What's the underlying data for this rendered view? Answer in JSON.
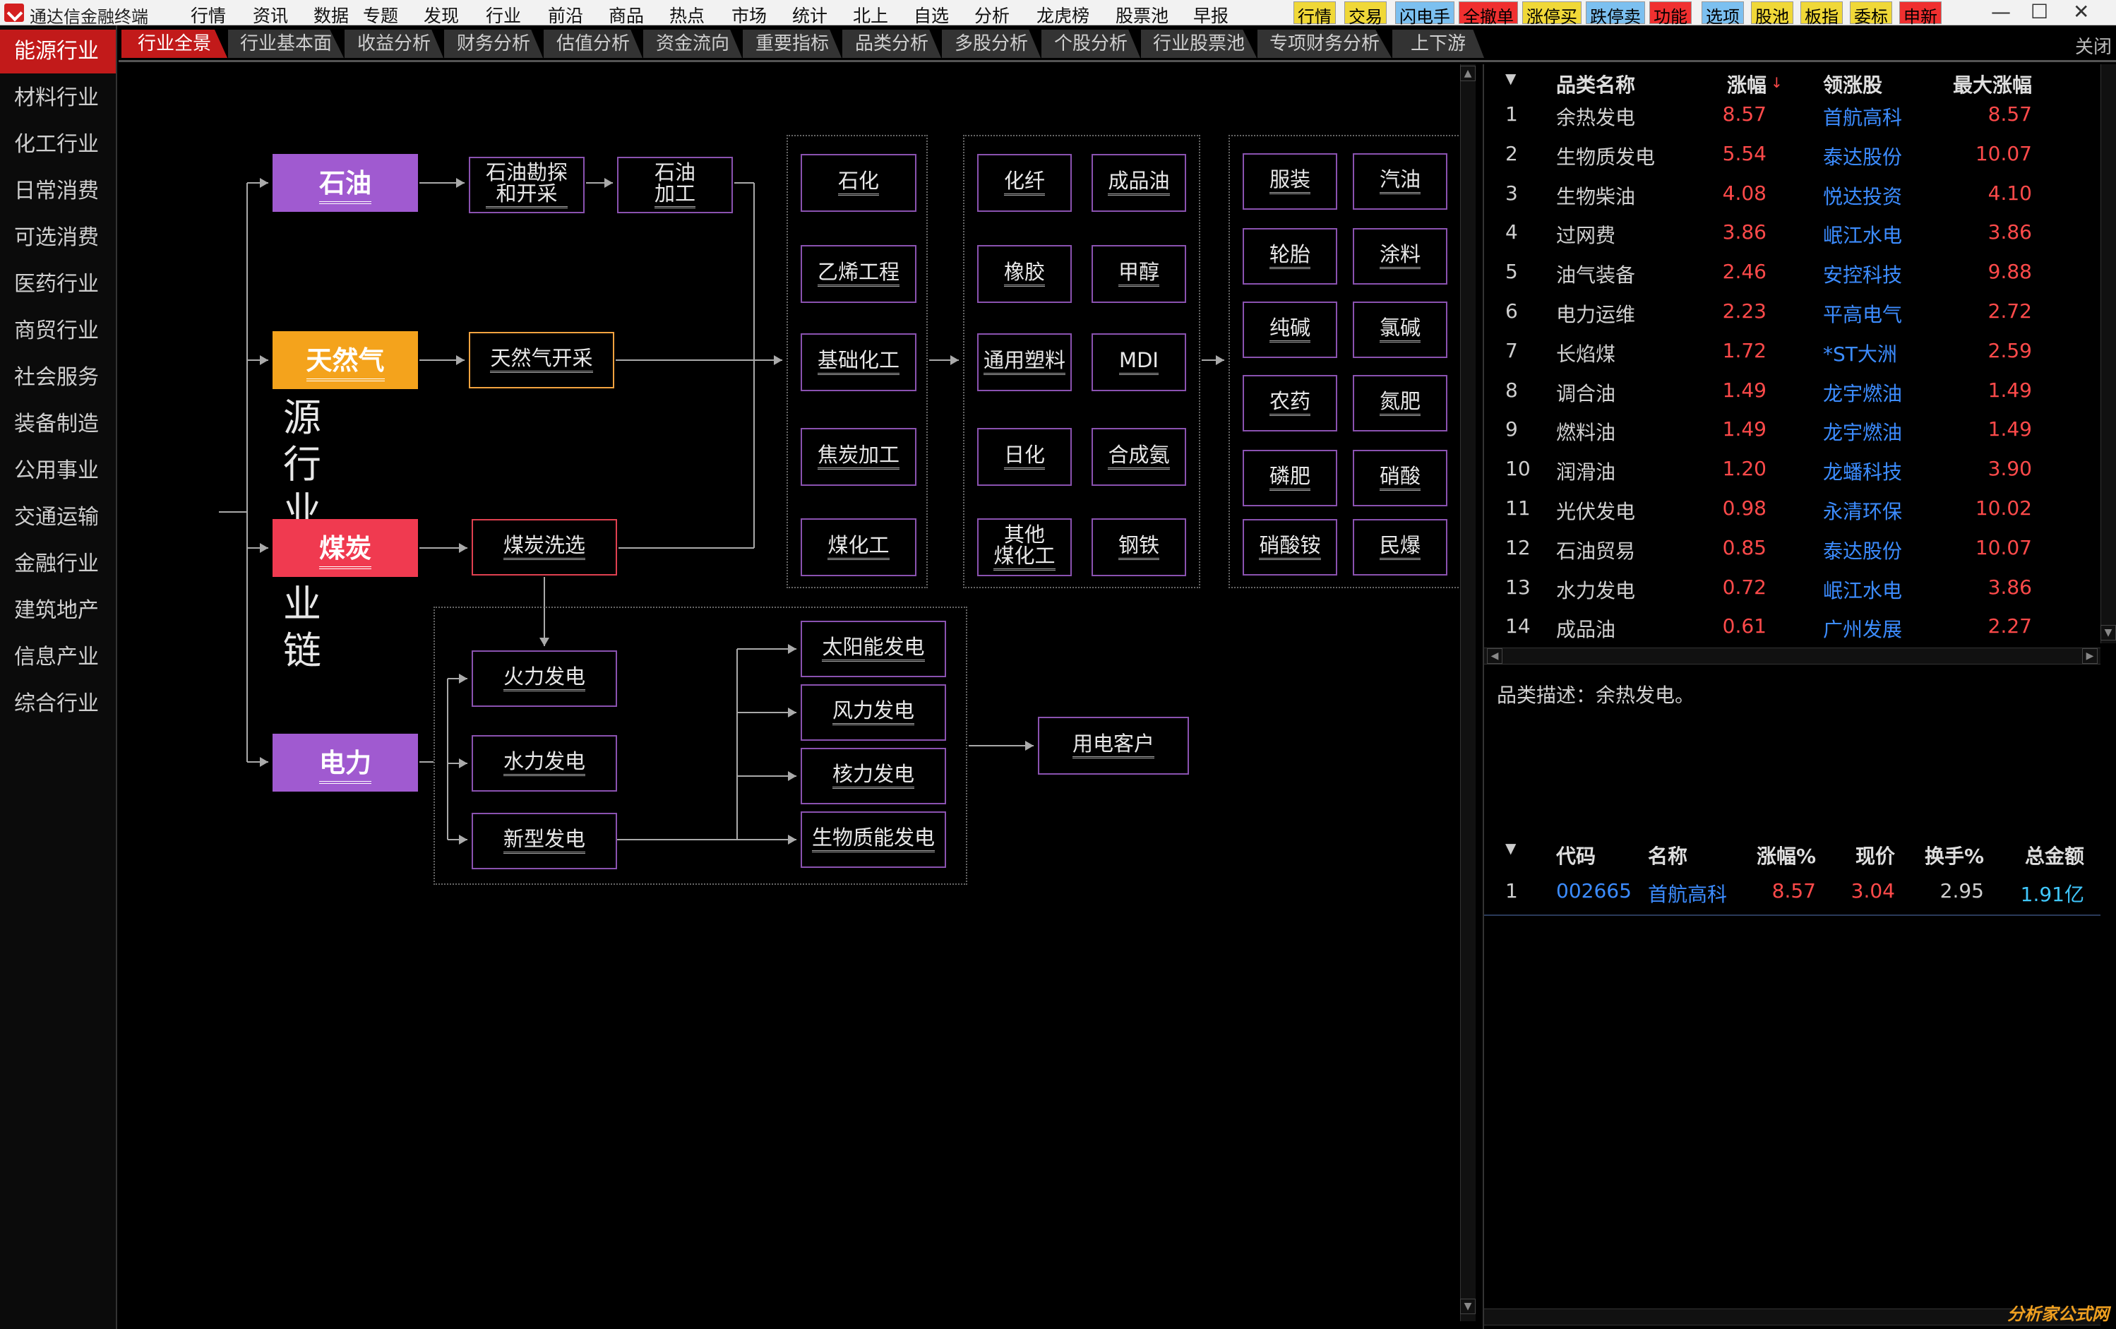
{
  "app": {
    "title": "通达信金融终端"
  },
  "menu": [
    "行情",
    "资讯",
    "数据",
    "专题",
    "发现",
    "行业",
    "前沿",
    "商品",
    "热点",
    "市场",
    "统计",
    "北上",
    "自选",
    "分析",
    "龙虎榜",
    "股票池",
    "早报"
  ],
  "quick_buttons": [
    {
      "label": "行情",
      "bg": "#f0d838"
    },
    {
      "label": "交易",
      "bg": "#f0d838"
    },
    {
      "label": "闪电手",
      "bg": "#7cc0f0"
    },
    {
      "label": "全撤单",
      "bg": "#f03030"
    },
    {
      "label": "涨停买",
      "bg": "#f0d838"
    },
    {
      "label": "跌停卖",
      "bg": "#7cc0f0"
    },
    {
      "label": "功能",
      "bg": "#f03030"
    },
    {
      "label": "选项",
      "bg": "#7cc0f0"
    },
    {
      "label": "股池",
      "bg": "#f0d838"
    },
    {
      "label": "板指",
      "bg": "#f0d838"
    },
    {
      "label": "委标",
      "bg": "#f0d838"
    },
    {
      "label": "申新",
      "bg": "#f03030"
    }
  ],
  "sidebar": [
    "能源行业",
    "材料行业",
    "化工行业",
    "日常消费",
    "可选消费",
    "医药行业",
    "商贸行业",
    "社会服务",
    "装备制造",
    "公用事业",
    "交通运输",
    "金融行业",
    "建筑地产",
    "信息产业",
    "综合行业"
  ],
  "tabs": [
    "行业全景",
    "行业基本面",
    "收益分析",
    "财务分析",
    "估值分析",
    "资金流向",
    "重要指标",
    "品类分析",
    "多股分析",
    "个股分析",
    "行业股票池",
    "专项财务分析",
    "上下游"
  ],
  "close_label": "关闭",
  "diagram": {
    "title": "能源行业产业链",
    "categories": [
      "石油",
      "天然气",
      "煤炭",
      "电力"
    ],
    "category_colors": [
      "#a05ad0",
      "#f4a31c",
      "#f03a50",
      "#a05ad0"
    ],
    "oil_chain": [
      "石油勘探\n和开采",
      "石油\n加工"
    ],
    "gas_chain": "天然气开采",
    "coal_chain": "煤炭洗选",
    "power_sources": [
      "火力发电",
      "水力发电",
      "新型发电"
    ],
    "new_power": [
      "太阳能发电",
      "风力发电",
      "核力发电",
      "生物质能发电"
    ],
    "customer": "用电客户",
    "col1": [
      "石化",
      "乙烯工程",
      "基础化工",
      "焦炭加工",
      "煤化工"
    ],
    "col2a": [
      "化纤",
      "橡胶",
      "通用塑料",
      "日化",
      "其他\n煤化工"
    ],
    "col2b": [
      "成品油",
      "甲醇",
      "MDI",
      "合成氨",
      "钢铁"
    ],
    "col3a": [
      "服装",
      "轮胎",
      "纯碱",
      "农药",
      "磷肥",
      "硝酸铵"
    ],
    "col3b": [
      "汽油",
      "涂料",
      "氯碱",
      "氮肥",
      "硝酸",
      "民爆"
    ]
  },
  "category_table": {
    "headers": [
      "品类名称",
      "涨幅",
      "领涨股",
      "最大涨幅"
    ],
    "rows": [
      [
        "1",
        "余热发电",
        "8.57",
        "首航高科",
        "8.57"
      ],
      [
        "2",
        "生物质发电",
        "5.54",
        "泰达股份",
        "10.07"
      ],
      [
        "3",
        "生物柴油",
        "4.08",
        "悦达投资",
        "4.10"
      ],
      [
        "4",
        "过网费",
        "3.86",
        "岷江水电",
        "3.86"
      ],
      [
        "5",
        "油气装备",
        "2.46",
        "安控科技",
        "9.88"
      ],
      [
        "6",
        "电力运维",
        "2.23",
        "平高电气",
        "2.72"
      ],
      [
        "7",
        "长焰煤",
        "1.72",
        "*ST大洲",
        "2.59"
      ],
      [
        "8",
        "调合油",
        "1.49",
        "龙宇燃油",
        "1.49"
      ],
      [
        "9",
        "燃料油",
        "1.49",
        "龙宇燃油",
        "1.49"
      ],
      [
        "10",
        "润滑油",
        "1.20",
        "龙蟠科技",
        "3.90"
      ],
      [
        "11",
        "光伏发电",
        "0.98",
        "永清环保",
        "10.02"
      ],
      [
        "12",
        "石油贸易",
        "0.85",
        "泰达股份",
        "10.07"
      ],
      [
        "13",
        "水力发电",
        "0.72",
        "岷江水电",
        "3.86"
      ],
      [
        "14",
        "成品油",
        "0.61",
        "广州发展",
        "2.27"
      ]
    ]
  },
  "description": "品类描述：余热发电。",
  "stock_table": {
    "headers": [
      "代码",
      "名称",
      "涨幅%",
      "现价",
      "换手%",
      "总金额"
    ],
    "rows": [
      [
        "1",
        "002665",
        "首航高科",
        "8.57",
        "3.04",
        "2.95",
        "1.91亿"
      ]
    ]
  },
  "watermark": "分析家公式网"
}
